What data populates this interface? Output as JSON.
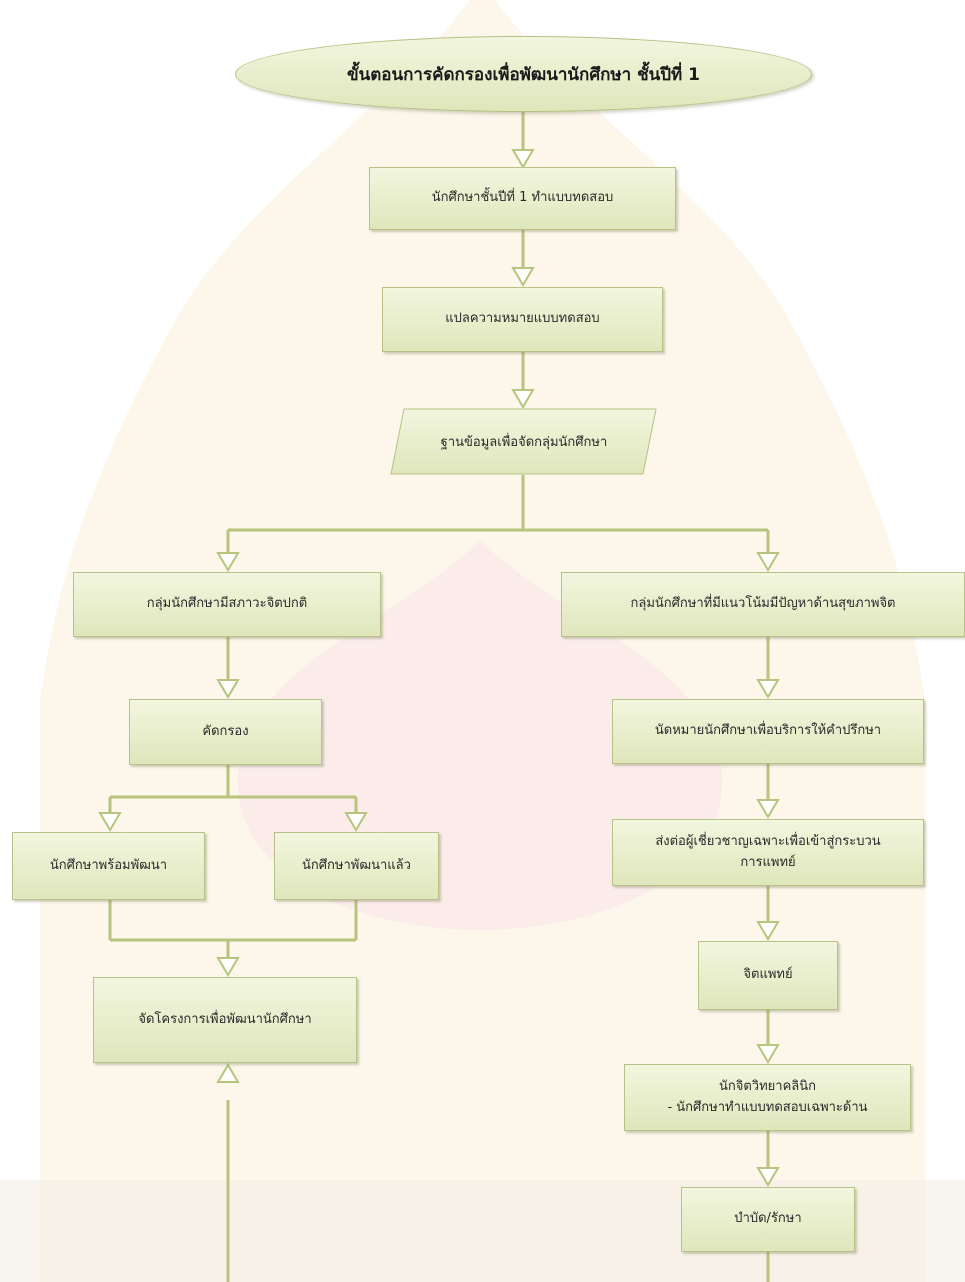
{
  "title": "ขั้นตอนการคัดกรองเพื่อพัฒนานักศึกษา ชั้นปีที่ 1",
  "nodes": {
    "test": "นักศึกษาชั้นปีที่ 1 ทำแบบทดสอบ",
    "interpret": "แปลความหมายแบบทดสอบ",
    "database": "ฐานข้อมูลเพื่อจัดกลุ่มนักศึกษา",
    "normal_group": "กลุ่มนักศึกษามีสภาวะจิตปกติ",
    "risk_group": "กลุ่มนักศึกษาที่มีแนวโน้มมีปัญหาด้านสุขภาพจิต",
    "screening": "คัดกรอง",
    "ready": "นักศึกษาพร้อมพัฒนา",
    "developed": "นักศึกษาพัฒนาแล้ว",
    "project": "จัดโครงการเพื่อพัฒนานักศึกษา",
    "appointment": "นัดหมายนักศึกษาเพื่อบริการให้คำปรึกษา",
    "referral": "ส่งต่อผู้เชี่ยวชาญเฉพาะเพื่อเข้าสู่กระบวน\nการแพทย์",
    "psychiatrist": "จิตแพทย์",
    "psychologist": "นักจิตวิทยาคลินิก\n- นักศึกษาทำแบบทดสอบเฉพาะด้าน",
    "treatment": "บำบัด/รักษา"
  },
  "colors": {
    "box_top": "#f3f6df",
    "box_bottom": "#dfe6bb",
    "border": "#b6c286",
    "connector": "#b8c47e"
  }
}
